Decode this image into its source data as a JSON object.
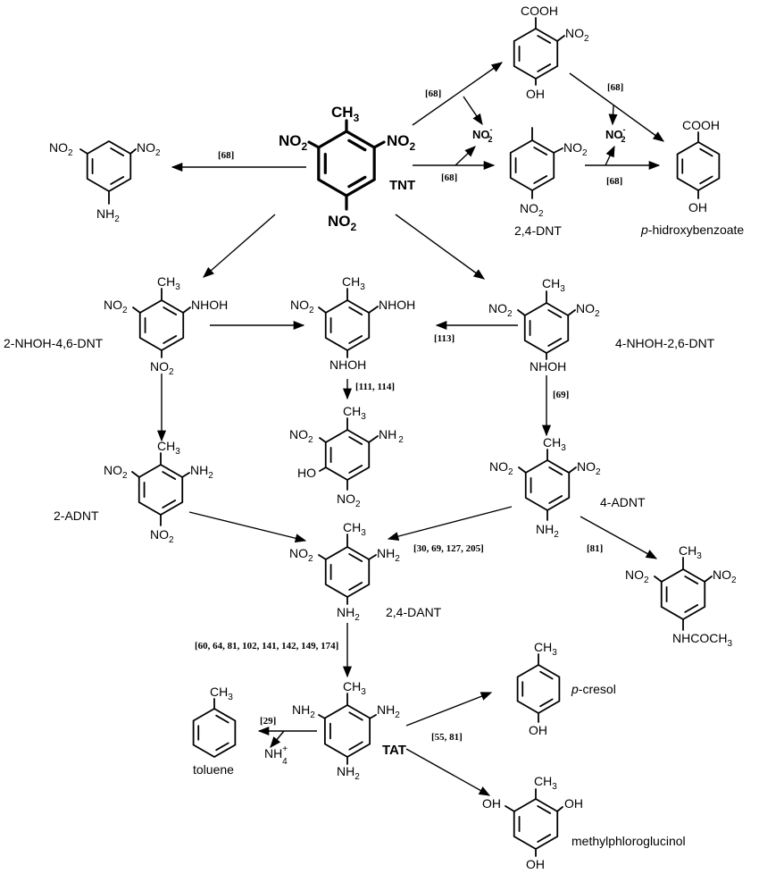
{
  "compounds": {
    "tnt": {
      "name": "TNT",
      "ch3": "CH",
      "ch3_sub": "3",
      "no2_left": "NO",
      "no2_right": "NO",
      "no2_bottom": "NO",
      "sub2": "2"
    },
    "anilineDinitro": {
      "no2_left": "NO",
      "no2_right": "NO",
      "nh2": "NH",
      "sub2": "2"
    },
    "nitroBenzoic": {
      "cooh": "COOH",
      "no2": "NO",
      "oh": "OH",
      "sub2": "2"
    },
    "nitrite1": {
      "label": "NO",
      "sup": "-",
      "sub": "2"
    },
    "nitrite2": {
      "label": "NO",
      "sup": "-",
      "sub": "2"
    },
    "dnt24": {
      "name": "2,4-DNT",
      "no2_top": "NO",
      "no2_bottom": "NO",
      "sub2": "2"
    },
    "hydroxybenzoate": {
      "name_italic": "p",
      "name": "-hidroxybenzoate",
      "cooh": "COOH",
      "oh": "OH"
    },
    "nhoh2": {
      "name": "2-NHOH-4,6-DNT",
      "ch3": "CH",
      "ch3_sub": "3",
      "no2_left": "NO",
      "nhoh": "NHOH",
      "no2_bottom": "NO",
      "sub2": "2"
    },
    "dihydroxylamino": {
      "ch3": "CH",
      "ch3_sub": "3",
      "no2": "NO",
      "nhoh_right": "NHOH",
      "nhoh_bottom": "NHOH",
      "sub2": "2"
    },
    "nhoh4": {
      "name": "4-NHOH-2,6-DNT",
      "ch3": "CH",
      "ch3_sub": "3",
      "no2_left": "NO",
      "no2_right": "NO",
      "nhoh": "NHOH",
      "sub2": "2"
    },
    "phenolic": {
      "ch3": "CH",
      "ch3_sub": "3",
      "no2_left": "NO",
      "nh2": "NH",
      "oh": "HO",
      "no2_bottom": "NO",
      "sub2": "2"
    },
    "adnt2": {
      "name": "2-ADNT",
      "ch3": "CH",
      "ch3_sub": "3",
      "no2_left": "NO",
      "nh2": "NH",
      "no2_bottom": "NO",
      "sub2": "2"
    },
    "adnt4": {
      "name": "4-ADNT",
      "ch3": "CH",
      "ch3_sub": "3",
      "no2_left": "NO",
      "no2_right": "NO",
      "nh2": "NH",
      "sub2": "2"
    },
    "dant24": {
      "name": "2,4-DANT",
      "ch3": "CH",
      "ch3_sub": "3",
      "no2": "NO",
      "nh2_right": "NH",
      "nh2_bottom": "NH",
      "sub2": "2"
    },
    "acetamido": {
      "ch3": "CH",
      "ch3_sub": "3",
      "no2_left": "NO",
      "no2_right": "NO",
      "nhcoch": "NHCOCH",
      "sub3": "3",
      "sub2": "2"
    },
    "tat": {
      "name": "TAT",
      "ch3": "CH",
      "ch3_sub": "3",
      "nh2_left": "NH",
      "nh2_right": "NH",
      "nh2_bottom": "NH",
      "sub2": "2"
    },
    "toluene": {
      "name": "toluene",
      "ch3": "CH",
      "ch3_sub": "3"
    },
    "ammonium": {
      "label": "NH",
      "sup": "+",
      "sub": "4"
    },
    "cresol": {
      "name_italic": "p",
      "name": "-cresol",
      "ch3": "CH",
      "ch3_sub": "3",
      "oh": "OH"
    },
    "phloroglucinol": {
      "name": "methylphloroglucinol",
      "ch3": "CH",
      "ch3_sub": "3",
      "oh_left": "OH",
      "oh_right": "OH",
      "oh_bottom": "OH"
    }
  },
  "refs": {
    "r68_upper": "[68]",
    "r68_left": "[68]",
    "r68_mid": "[68]",
    "r68_top_right": "[68]",
    "r68_right": "[68]",
    "r113": "[113]",
    "r111": "[111, 114]",
    "r69": "[69]",
    "r30": "[30,  69, 127, 205]",
    "r81": "[81]",
    "r60": "[60, 64, 81, 102, 141, 142, 149, 174]",
    "r29": "[29]",
    "r55": "[55, 81]"
  }
}
